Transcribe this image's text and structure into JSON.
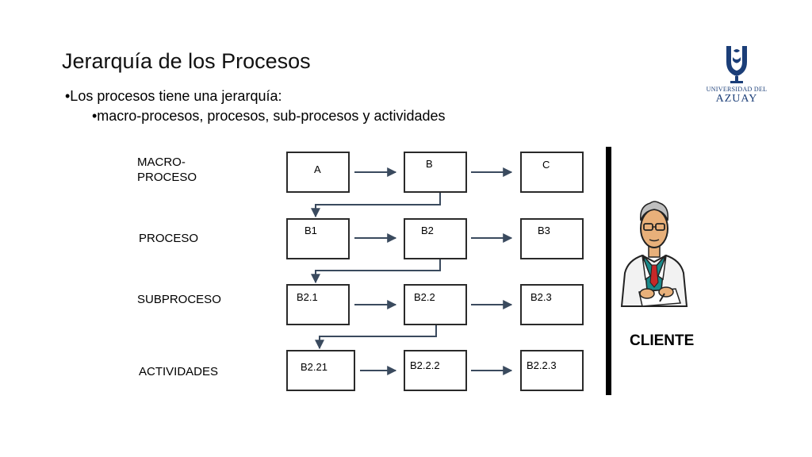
{
  "title": "Jerarquía de los Procesos",
  "bullets": [
    "•Los procesos tiene una jerarquía:",
    "•macro-procesos, procesos, sub-procesos y actividades"
  ],
  "logo": {
    "line1": "UNIVERSIDAD DEL",
    "line2": "AZUAY",
    "brand_color": "#1b3e78",
    "icon": "university-seal-icon"
  },
  "levels": [
    {
      "label": "MACRO-\nPROCESO",
      "boxes": [
        "A",
        "B",
        "C"
      ]
    },
    {
      "label": "PROCESO",
      "boxes": [
        "B1",
        "B2",
        "B3"
      ]
    },
    {
      "label": "SUBPROCESO",
      "boxes": [
        "B2.1",
        "B2.2",
        "B2.3"
      ]
    },
    {
      "label": "ACTIVIDADES",
      "boxes": [
        "B2.21",
        "B2.2.2",
        "B2.2.3"
      ]
    }
  ],
  "client": {
    "label": "CLIENTE",
    "icon": "doctor-figure-icon"
  },
  "colors": {
    "box_border": "#2a2a2a",
    "connector": "#3a4a5e",
    "accent_tie": "#c62828",
    "accent_shirt": "#1a8a8a"
  }
}
